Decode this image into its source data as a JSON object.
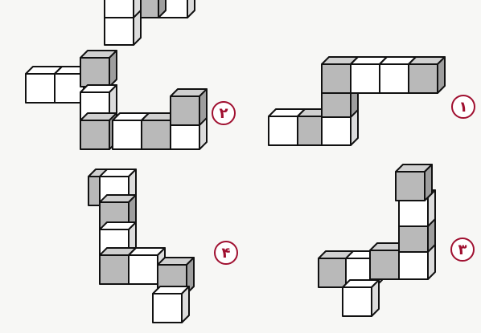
{
  "colors": {
    "gray": "#b9b9b9",
    "white": "#ffffff",
    "side": "#dcdcdc",
    "stroke": "#111111",
    "accent": "#a01030"
  },
  "labels": {
    "one": "١",
    "two": "٢",
    "three": "٣",
    "four": "۴"
  },
  "figures": [
    {
      "id": "top-partial",
      "squares": [
        "white",
        "gray",
        "white",
        "white"
      ]
    },
    {
      "id": "figure-1",
      "squares": [
        "white",
        "gray",
        "white",
        "gray",
        "gray",
        "white",
        "white",
        "gray"
      ]
    },
    {
      "id": "figure-2",
      "squares": [
        "white",
        "white",
        "gray",
        "white",
        "gray",
        "white",
        "gray",
        "white",
        "gray"
      ]
    },
    {
      "id": "figure-3",
      "squares": [
        "gray",
        "white",
        "gray",
        "white",
        "gray",
        "white",
        "gray",
        "white"
      ]
    },
    {
      "id": "figure-4",
      "squares": [
        "gray",
        "white",
        "gray",
        "white",
        "gray",
        "white",
        "gray",
        "white"
      ]
    }
  ]
}
